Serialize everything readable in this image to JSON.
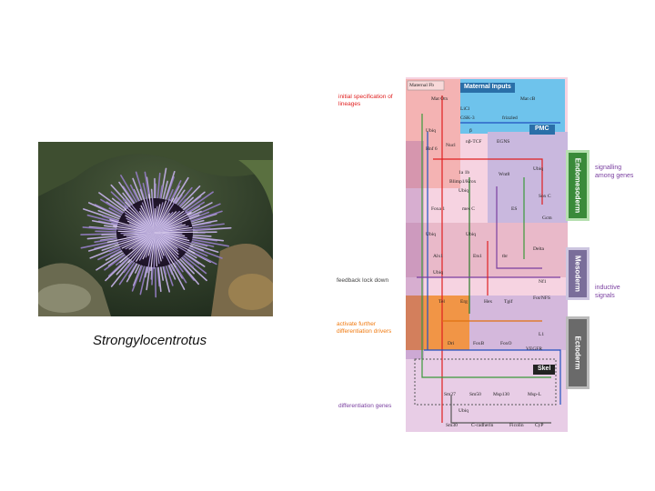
{
  "caption": "Strongylocentrotus",
  "annotations": {
    "initial_spec": "initial specification of lineages",
    "feedback": "feedback lock down",
    "activate": "activate further differentiation drivers",
    "diff_genes": "differentiation genes"
  },
  "bands": {
    "endomesoderm": "Endomesoderm",
    "mesoderm": "Mesoderm",
    "ectoderm": "Ectoderm"
  },
  "side_labels": {
    "signalling": "signalling among genes",
    "inductive": "inductive signals"
  },
  "boxes": {
    "maternal_fb": "Maternal Fb",
    "maternal_inputs": "Maternal Inputs",
    "pmc": "PMC",
    "skel": "Skel"
  },
  "genes": {
    "mat_otx": "Mat Otx",
    "mat_cb": "Mat cB",
    "lick": "LiCl",
    "gsk": "GSK-3",
    "frizzled": "frizzled",
    "bcat": "β",
    "ubiq1": "Ubiq",
    "nuc": "Nucl",
    "nbtcf": "nβ-TCF",
    "egns": "EGNS",
    "hnf6": "Hnf 6",
    "ubiq2": "Ubiq",
    "b1b": "1a   1b",
    "blimp": "Blimp1/Krox",
    "wnt8": "Wnt8",
    "ubiq3": "Ubiq",
    "soxc": "Sox C",
    "foxa": "Foxa 1",
    "mesc": "mes C",
    "es": "ES",
    "gcm": "Gcm",
    "ubiq4": "Ubiq",
    "ubiq5": "Ubiq",
    "alx1": "Alx1",
    "ets1": "Ets1",
    "tbr": "tbr",
    "delta": "Delta",
    "ubiq6": "Ubiq",
    "nf1": "Nf1",
    "tel": "Tel",
    "erg": "Erg",
    "hex": "Hex",
    "tgif": "Tgif",
    "fcfnfs": "Fot/NFS",
    "dri": "Dri",
    "foxb": "FoxB",
    "foxo": "FoxO",
    "l1": "L1",
    "vegfr": "VEGFR",
    "sm27": "Sm27",
    "sm50": "Sm50",
    "msp130": "Msp130",
    "mspl": "Msp-L",
    "ubiq7": "Ubiq",
    "sm30": "Sm30",
    "cadherin": "C-cadherin",
    "ficolin": "Ficolin",
    "cyp": "CyP"
  },
  "colors": {
    "red": "#e02020",
    "orange": "#f07a10",
    "purple": "#7a3fa0",
    "endo_band": "#3a8a3a",
    "meso_band": "#7a6e9a",
    "ecto_band": "#6a6a6a",
    "blue_region": "#6ec3ec",
    "pink_region": "#f4b3b3",
    "lav_region": "#d7c5e4"
  }
}
